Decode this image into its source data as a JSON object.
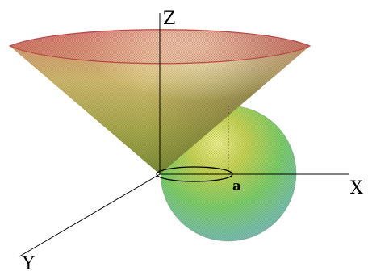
{
  "figure": {
    "axes": {
      "z": "Z",
      "x": "X",
      "y": "Y"
    },
    "point_label": "a",
    "surfaces": [
      "cone",
      "sphere"
    ],
    "colors": {
      "cone_rim": "#e07070",
      "cone_middle": "#d8c478",
      "cone_tip": "#8a9a40",
      "sphere_top": "#c9cf52",
      "sphere_middle": "#7fcf6a",
      "sphere_bottom": "#7fbfbf",
      "axis": "#000000",
      "background": "#ffffff"
    }
  }
}
